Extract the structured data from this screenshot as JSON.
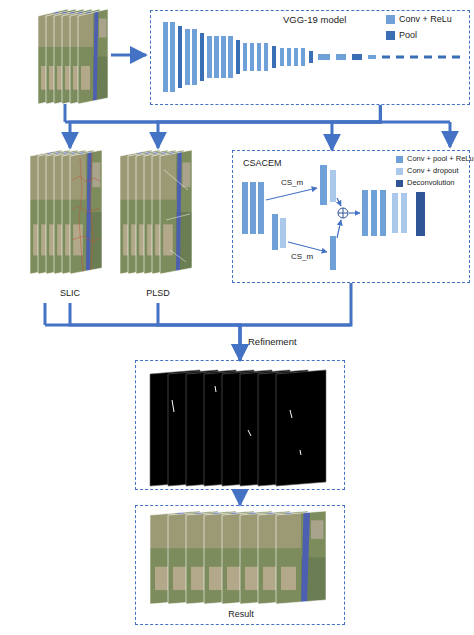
{
  "diagram": {
    "nodes": [
      {
        "text": [
          "VGG-19 model"
        ]
      },
      {
        "text": [
          "SLIC"
        ]
      },
      {
        "text": [
          "PLSD"
        ]
      },
      {
        "text": [
          "CSACEM"
        ]
      },
      {
        "text": [
          "Refinement"
        ]
      },
      {
        "text": [
          "Result"
        ]
      }
    ],
    "edges": [
      {
        "from": 0,
        "to": 1,
        "arrow": "to"
      },
      {
        "from": 0,
        "to": 2,
        "arrow": "to"
      },
      {
        "from": 0,
        "to": 3,
        "arrow": "to"
      },
      {
        "from": 1,
        "to": 4,
        "arrow": "to"
      },
      {
        "from": 2,
        "to": 4,
        "arrow": "to"
      },
      {
        "from": 3,
        "to": 4,
        "arrow": "to"
      },
      {
        "from": 4,
        "to": 5,
        "arrow": "to"
      }
    ],
    "labels": [
      "CS_m",
      "CS_m"
    ],
    "legend": [
      {
        "text": "Conv + ReLu",
        "color": "#6fa0d8"
      },
      {
        "text": "Pool",
        "color": "#3a6fb5"
      },
      {
        "text": "Conv + pool + ReLu",
        "color": "#6fa0d8"
      },
      {
        "text": "Conv + dropout",
        "color": "#a9c8ea"
      },
      {
        "text": "Deconvolution",
        "color": "#2f5597"
      }
    ]
  }
}
